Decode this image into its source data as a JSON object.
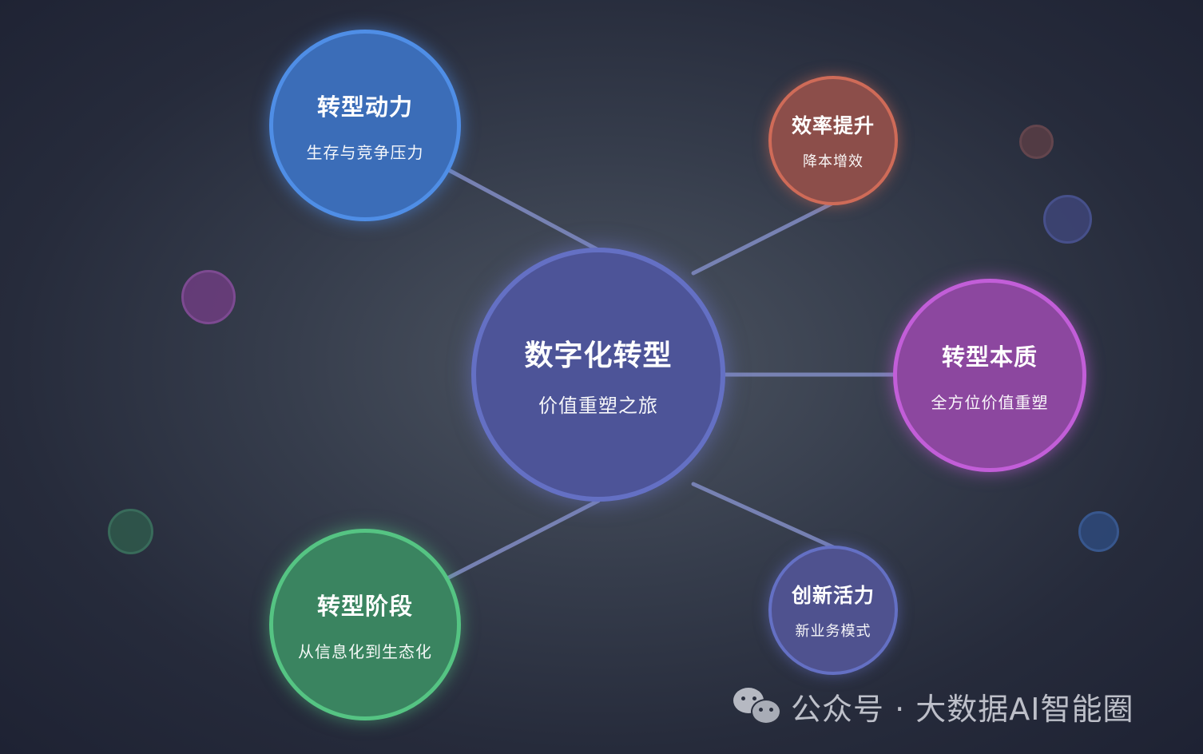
{
  "center": {
    "title": "数字化转型",
    "subtitle": "价值重塑之旅"
  },
  "nodes": {
    "driver": {
      "title": "转型动力",
      "subtitle": "生存与竞争压力",
      "color": "#3b6db8"
    },
    "efficiency": {
      "title": "效率提升",
      "subtitle": "降本增效",
      "color": "#8c4e4a"
    },
    "essence": {
      "title": "转型本质",
      "subtitle": "全方位价值重塑",
      "color": "#8c479f"
    },
    "innovation": {
      "title": "创新活力",
      "subtitle": "新业务模式",
      "color": "#4f528f"
    },
    "stages": {
      "title": "转型阶段",
      "subtitle": "从信息化到生态化",
      "color": "#3a8460"
    }
  },
  "watermark": {
    "text": "公众号 · 大数据AI智能圈",
    "icon": "wechat-icon"
  }
}
